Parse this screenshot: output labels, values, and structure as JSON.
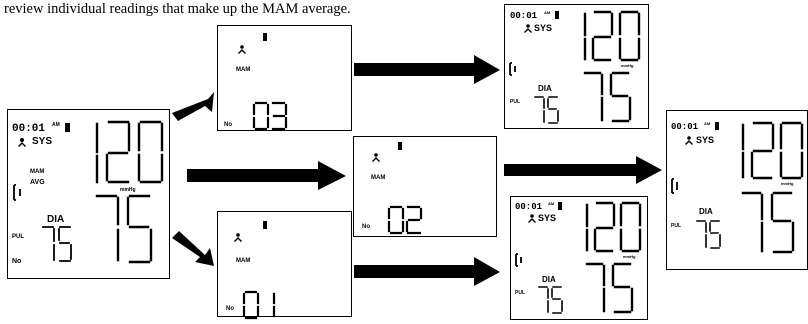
{
  "caption": "review individual readings that make up the MAM average.",
  "labels": {
    "sys": "SYS",
    "dia": "DIA",
    "mam": "MAM",
    "avg": "AVG",
    "pul": "PUL",
    "no": "No",
    "mmhg": "mmHg",
    "time": "00:01",
    "am": "AM"
  },
  "readings": {
    "sys": "120",
    "dia": "75"
  },
  "intermediate_screens": [
    {
      "number": "03"
    },
    {
      "number": "02"
    },
    {
      "number": "01"
    }
  ],
  "colors": {
    "ink": "#000000",
    "background": "#ffffff"
  }
}
